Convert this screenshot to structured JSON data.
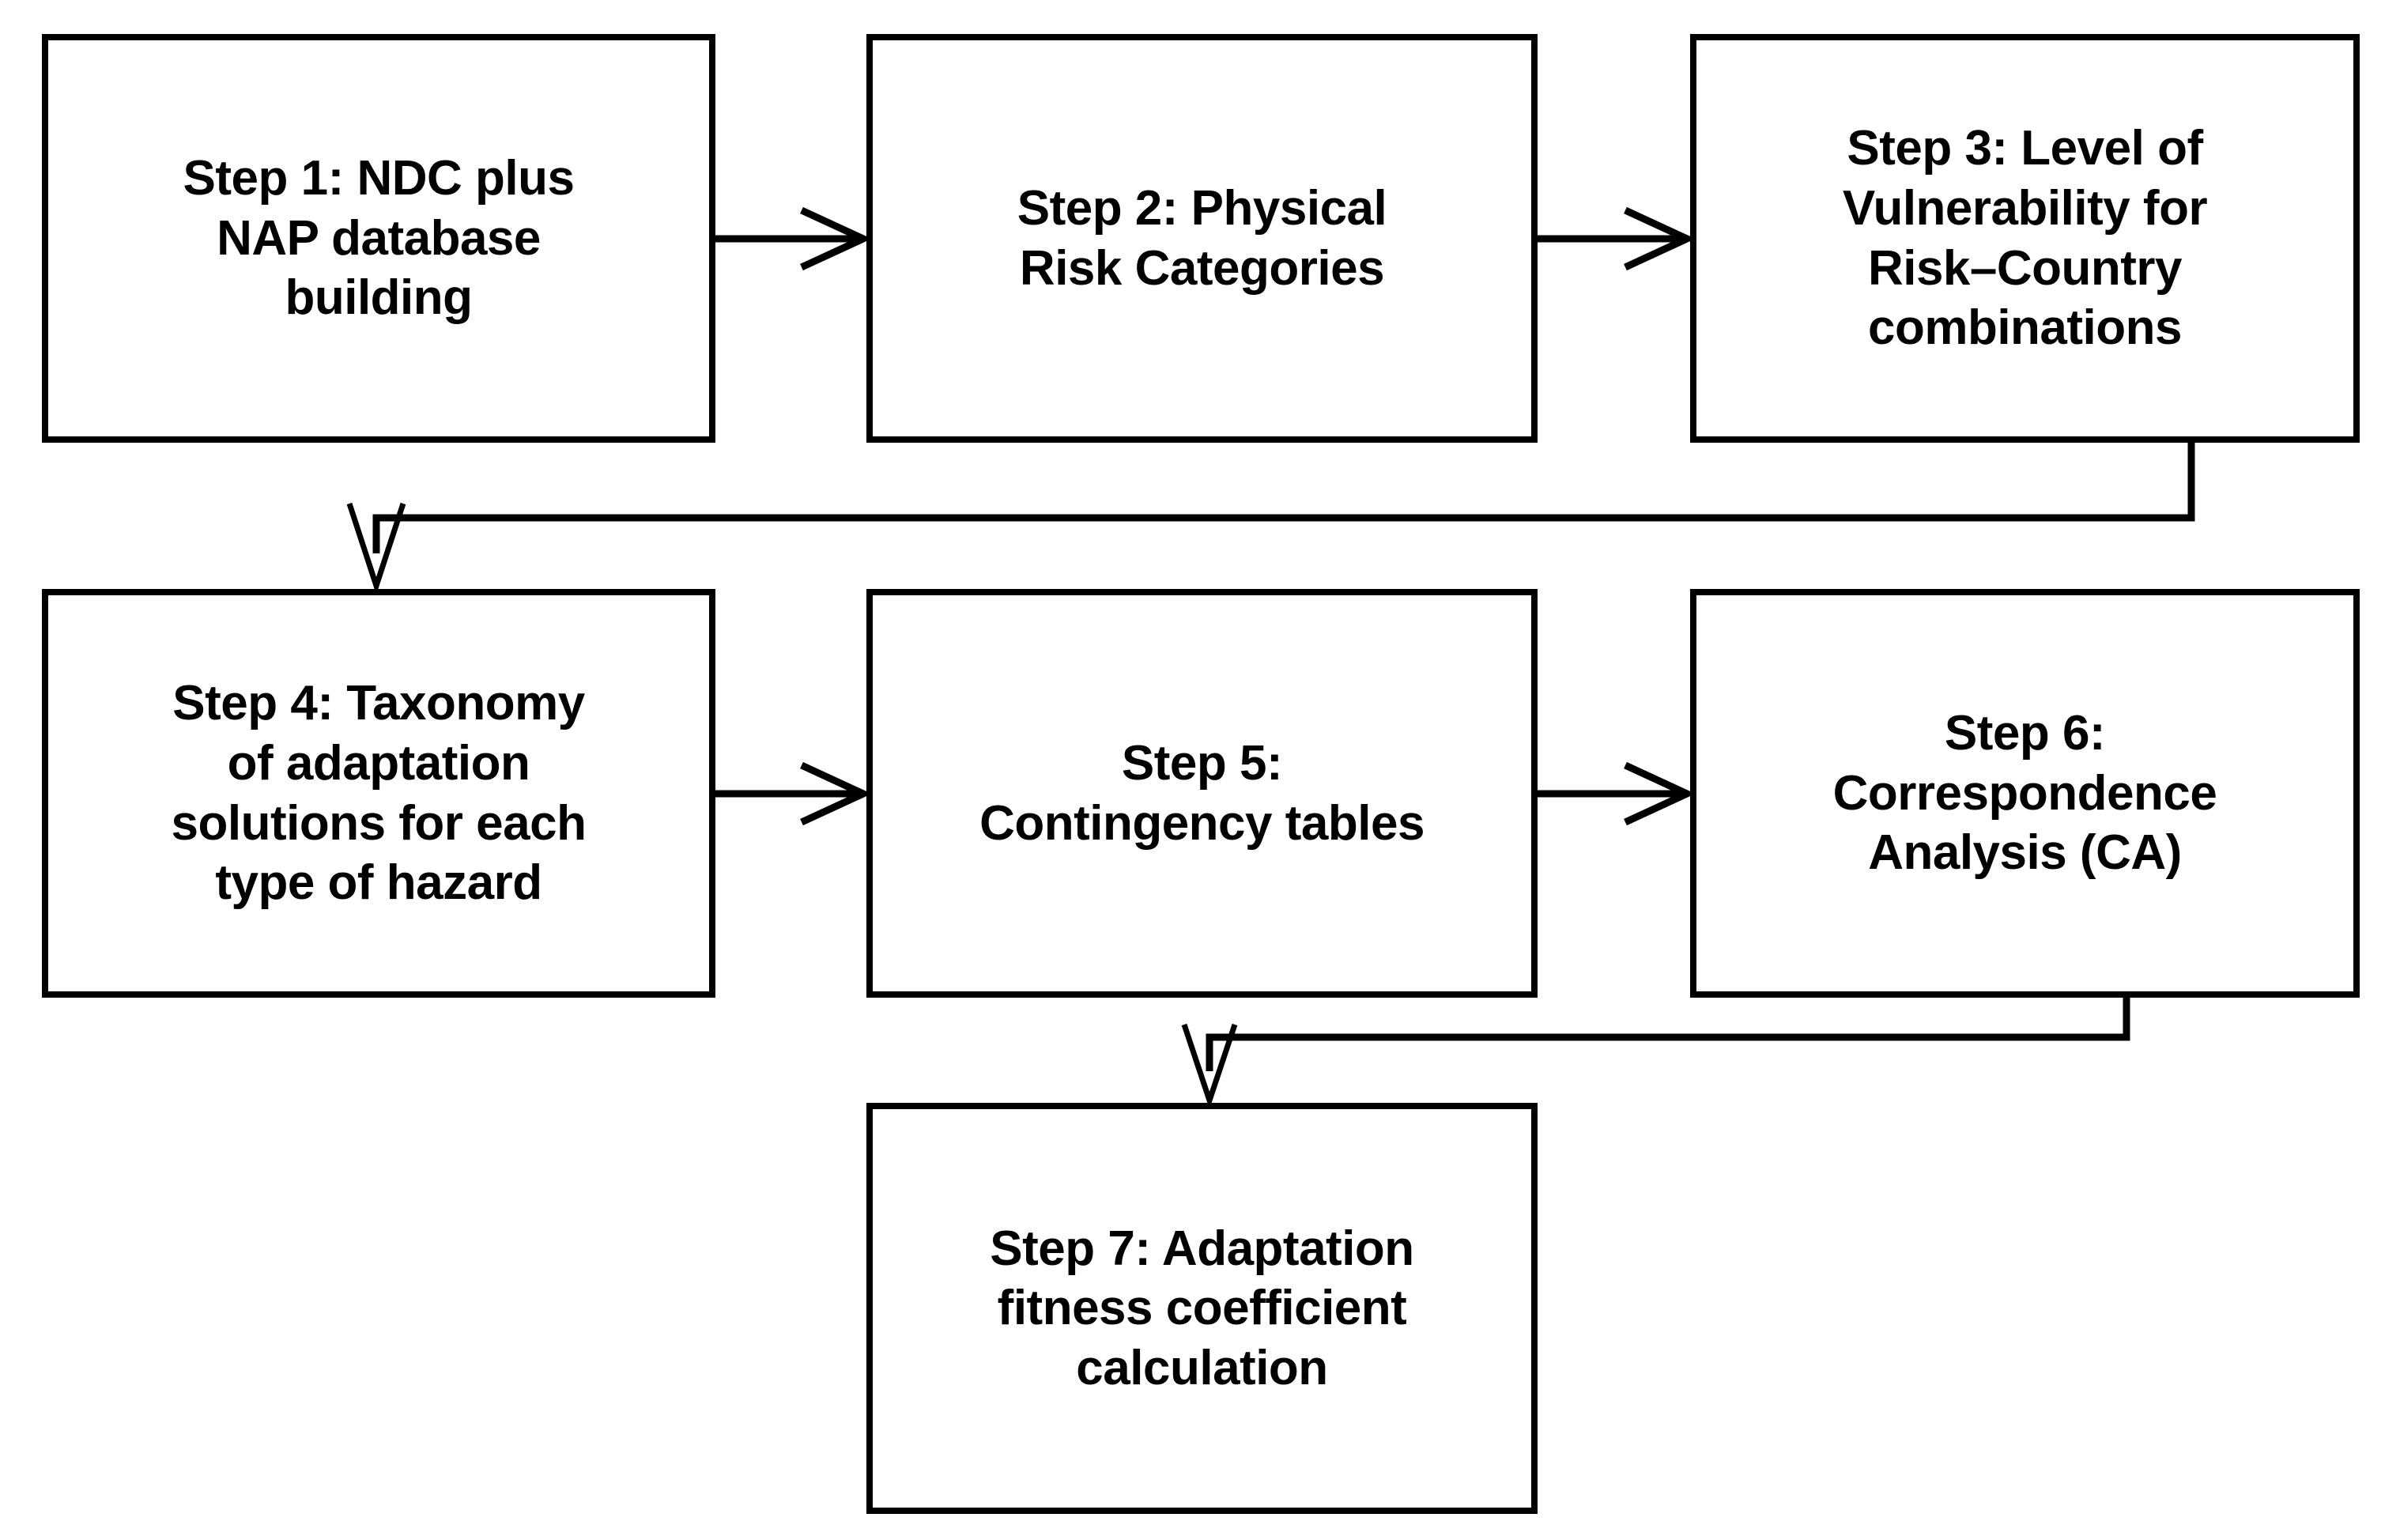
{
  "diagram": {
    "type": "flowchart",
    "orientation": "left-to-right, wrapping rows",
    "background_color": "#ffffff",
    "stroke_color": "#000000",
    "text_color": "#000000",
    "nodes": [
      {
        "id": "step1",
        "label": "Step 1: NDC plus\nNAP database\nbuilding",
        "row": 1,
        "column": 1
      },
      {
        "id": "step2",
        "label": "Step 2: Physical\nRisk Categories",
        "row": 1,
        "column": 2
      },
      {
        "id": "step3",
        "label": "Step 3: Level of\nVulnerability for\nRisk–Country\ncombinations",
        "row": 1,
        "column": 3
      },
      {
        "id": "step4",
        "label": "Step 4: Taxonomy\nof adaptation\nsolutions for each\ntype of hazard",
        "row": 2,
        "column": 1
      },
      {
        "id": "step5",
        "label": "Step 5:\nContingency tables",
        "row": 2,
        "column": 2
      },
      {
        "id": "step6",
        "label": "Step 6:\nCorrespondence\nAnalysis (CA)",
        "row": 2,
        "column": 3
      },
      {
        "id": "step7",
        "label": "Step 7: Adaptation\nfitness coefficient\ncalculation",
        "row": 3,
        "column": 2
      }
    ],
    "edges": [
      {
        "id": "e1",
        "from": "step1",
        "to": "step2",
        "style": "straight-horizontal",
        "arrowhead": "open-v"
      },
      {
        "id": "e2",
        "from": "step2",
        "to": "step3",
        "style": "straight-horizontal",
        "arrowhead": "open-v"
      },
      {
        "id": "e3",
        "from": "step3",
        "to": "step4",
        "style": "elbow-wrap-down-left",
        "arrowhead": "open-v"
      },
      {
        "id": "e4",
        "from": "step4",
        "to": "step5",
        "style": "straight-horizontal",
        "arrowhead": "open-v"
      },
      {
        "id": "e5",
        "from": "step5",
        "to": "step6",
        "style": "straight-horizontal",
        "arrowhead": "open-v"
      },
      {
        "id": "e6",
        "from": "step6",
        "to": "step7",
        "style": "elbow-wrap-down-left",
        "arrowhead": "open-v"
      }
    ]
  }
}
